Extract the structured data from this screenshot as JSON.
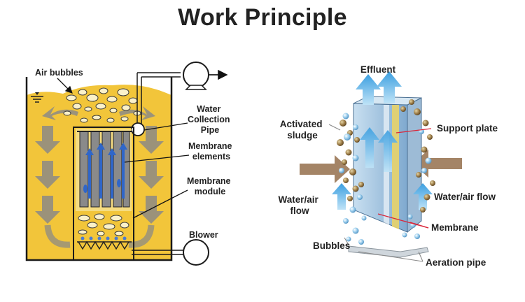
{
  "title": "Work Principle",
  "left_diagram": {
    "labels": {
      "air_bubbles": "Air bubbles",
      "water_collection_pipe": [
        "Water",
        "Collection",
        "Pipe"
      ],
      "membrane_elements": [
        "Membrane",
        "elements"
      ],
      "membrane_module": [
        "Membrane",
        "module"
      ],
      "blower": "Blower"
    }
  },
  "right_diagram": {
    "labels": {
      "effluent": "Effluent",
      "activated_sludge": [
        "Activated",
        "sludge"
      ],
      "support_plate": "Support plate",
      "water_air_flow_left": [
        "Water/air",
        "flow"
      ],
      "water_air_flow_right": "Water/air flow",
      "membrane": "Membrane",
      "bubbles": "Bubbles",
      "aeration_pipe": "Aeration pipe"
    }
  },
  "colors": {
    "tank_fill": "#f2c53a",
    "tank_fill_light": "#f7d867",
    "arrow_gray": "#8c8a86",
    "membrane_gray": "#8a8a8a",
    "flow_blue": "#2f66c9",
    "light_blue": "#8fc9ec",
    "sludge_brown": "#8a6d3b",
    "plate_arrow": "#a48466",
    "membrane_line": "#d9263a"
  }
}
